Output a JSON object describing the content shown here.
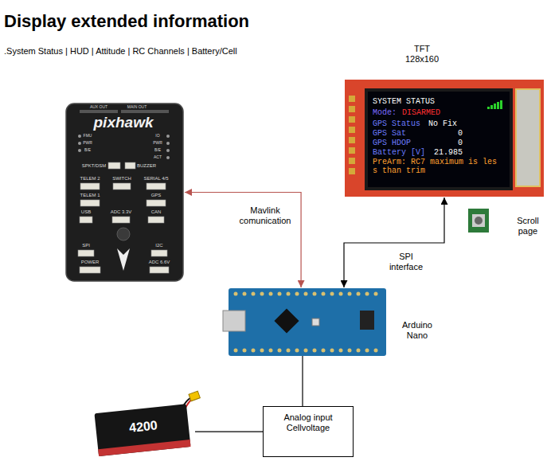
{
  "diagram": {
    "title": "Display  extended information",
    "nodes": [
      {
        "text": [
          "pixhawk",
          "AUX OUT",
          "MAIN OUT",
          "FMU",
          "PWR",
          "B/E",
          "IO",
          "PWR",
          "B/E",
          "ACT",
          "SPKT/DSM",
          "BUZZER",
          "TELEM 2",
          "SWITCH",
          "SERIAL 4/5",
          "TELEM 1",
          "GPS",
          "USB",
          "ADC 3.3V",
          "CAN",
          "SPI",
          "I2C",
          "POWER",
          "ADC 6.6V"
        ]
      },
      {
        "text": [
          "TFT 128x160",
          "SYSTEM STATUS",
          "Mode:",
          "DISARMED",
          "GPS Status",
          "No Fix",
          "GPS Sat",
          "0",
          "GPS HDOP",
          "0",
          "Battery [V]",
          "21.985",
          "PreArm: RC7 maximum is less than trim"
        ]
      },
      {
        "text": [
          "Scroll page"
        ]
      },
      {
        "text": [
          "Arduino Nano"
        ]
      },
      {
        "text": [
          "4200"
        ]
      },
      {
        "text": [
          "Analog input Cellvoltage"
        ]
      }
    ],
    "edges": [
      {
        "from": 0,
        "to": 3,
        "label": "Mavlink comunication",
        "arrow": "both"
      },
      {
        "from": 1,
        "to": 3,
        "label": "SPI interface",
        "arrow": "both"
      },
      {
        "from": 3,
        "to": 5,
        "arrow": "none"
      },
      {
        "from": 4,
        "to": 5,
        "arrow": "none"
      }
    ],
    "labels": [
      ".System Status | HUD | Attitude | RC Channels | Battery/Cell"
    ]
  }
}
